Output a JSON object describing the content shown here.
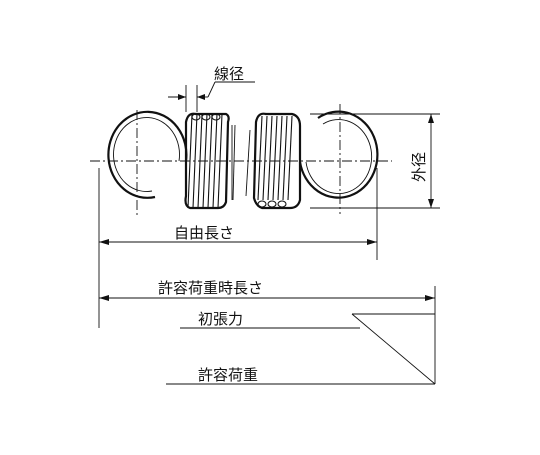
{
  "labels": {
    "wire_diameter": "線径",
    "outer_diameter": "外径",
    "free_length": "自由長さ",
    "allowable_load_length": "許容荷重時長さ",
    "initial_tension": "初張力",
    "allowable_load": "許容荷重"
  },
  "colors": {
    "line": "#111111",
    "background": "#ffffff"
  }
}
